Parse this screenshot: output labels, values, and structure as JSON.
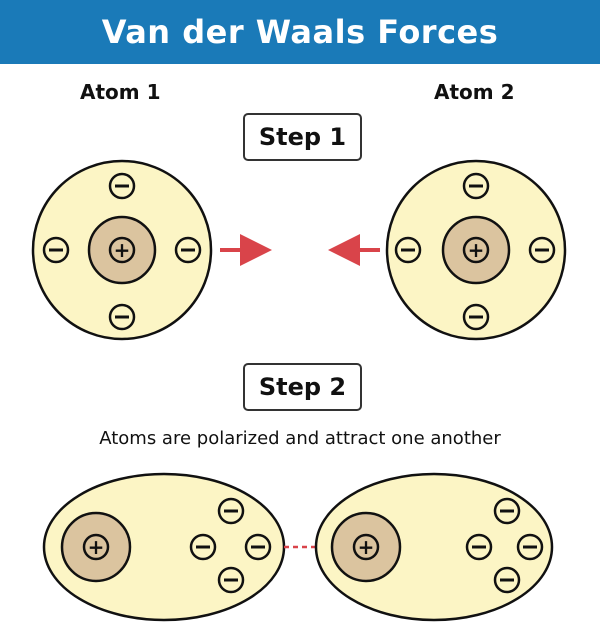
{
  "header": {
    "title": "Van der Waals Forces"
  },
  "labels": {
    "atom1": "Atom 1",
    "atom2": "Atom 2"
  },
  "step1": {
    "label": "Step 1"
  },
  "step2": {
    "label": "Step 2",
    "caption": "Atoms are polarized and attract one another"
  },
  "symbols": {
    "positive": "+",
    "negative": "−"
  },
  "colors": {
    "header_bg": "#1a7ab8",
    "atom_fill": "#fcf5c5",
    "nucleus_fill": "#dbc49f",
    "arrow": "#d9444a",
    "attraction_line": "#d9444a",
    "outline": "#111111"
  }
}
